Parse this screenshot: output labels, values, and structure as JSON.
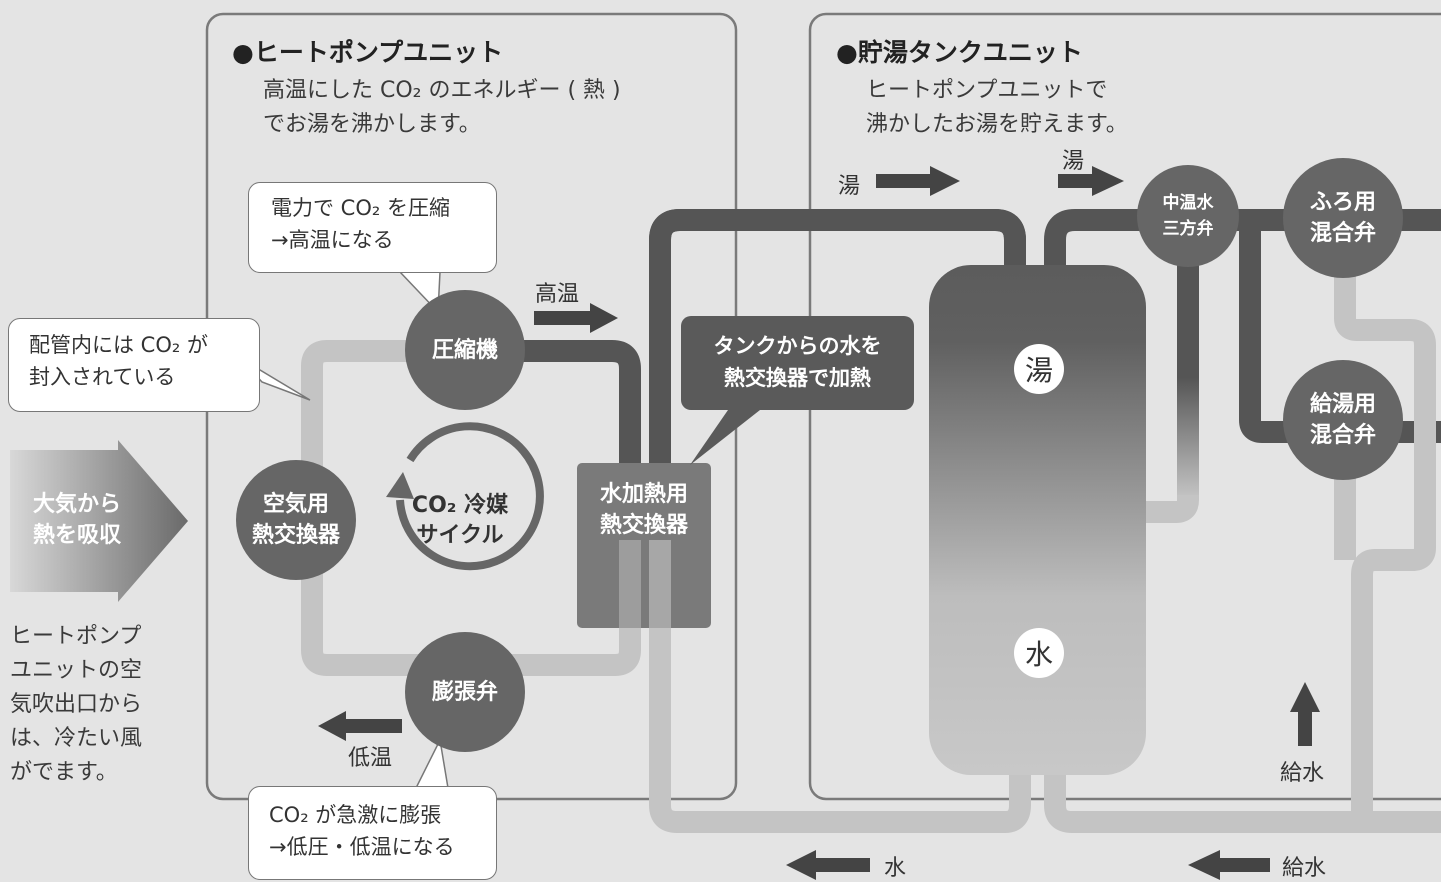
{
  "left_unit": {
    "title": "●ヒートポンプユニット",
    "desc_line1": "高温にした CO₂ のエネルギー ( 熱 )",
    "desc_line2": "でお湯を沸かします。"
  },
  "right_unit": {
    "title": "●貯湯タンクユニット",
    "desc_line1": "ヒートポンプユニットで",
    "desc_line2": "沸かしたお湯を貯えます。"
  },
  "bubbles": {
    "compress": "電力で CO₂ を圧縮\n→高温になる",
    "pipe": "配管内には CO₂ が\n封入されている",
    "expand": "CO₂ が急激に膨張\n→低圧・低温になる",
    "heat": "タンクからの水を\n熱交換器で加熱"
  },
  "components": {
    "compressor": "圧縮機",
    "air_hx": "空気用\n熱交換器",
    "expansion_valve": "膨張弁",
    "cycle": "CO₂ 冷媒\nサイクル",
    "water_hx": "水加熱用\n熱交換器",
    "mid_valve": "中温水\n三方弁",
    "bath_valve": "ふろ用\n混合弁",
    "supply_valve": "給湯用\n混合弁"
  },
  "air_arrow": "大気から\n熱を吸収",
  "note": [
    "ヒートポンプ",
    "ユニットの空",
    "気吹出口から",
    "は、冷たい風",
    "がでます。"
  ],
  "labels": {
    "high_temp": "高温",
    "low_temp": "低温",
    "hot1": "湯",
    "hot2": "湯",
    "tank_hot": "湯",
    "tank_water": "水",
    "supply_water_up": "給水",
    "water_bottom": "水",
    "supply_bottom": "給水"
  }
}
